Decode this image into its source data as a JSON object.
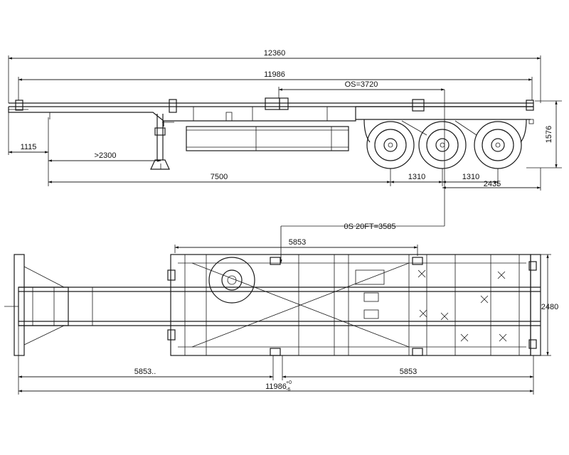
{
  "dimensions": {
    "overall_length": "12360",
    "deck_length": "11986",
    "os_40ft": "OS=3720",
    "front_overhang": "1115",
    "landing_gear_to_axle_min": ">2300",
    "kingpin_to_first_axle": "7500",
    "axle_spacing_1": "1310",
    "axle_spacing_2": "1310",
    "rear_overhang": "2435",
    "height": "1576",
    "os_20ft": "0S 20FT=3585",
    "top_half_length": "5853",
    "bottom_left_half": "5853..",
    "bottom_right_half": "5853",
    "bottom_total": "11986",
    "bottom_total_tol_upper": "+0",
    "bottom_total_tol_lower": "-6",
    "width": "2480"
  }
}
